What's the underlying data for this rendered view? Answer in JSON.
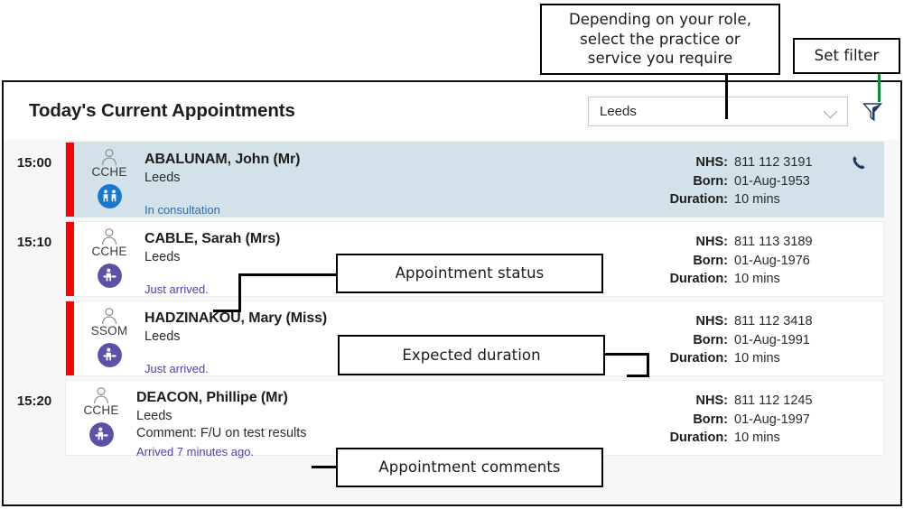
{
  "annotations": {
    "practice_select": "Depending on your role,\nselect the practice or\nservice you require",
    "set_filter": "Set filter",
    "appointment_status": "Appointment status",
    "expected_duration": "Expected duration",
    "appointment_comments": "Appointment comments"
  },
  "header": {
    "title": "Today's Current Appointments",
    "practice_filter": {
      "value": "Leeds",
      "icon": "chevron-down-icon"
    },
    "filter_button_icon": "funnel-filter-icon"
  },
  "colors": {
    "status_bar_red": "#FE0000",
    "highlight_row": "#D3E2E8",
    "badge_in_consultation": "#1877D2",
    "badge_arrived": "#5B51A8",
    "status_text": "#4A43A8",
    "status_text_blue": "#2D6FA8",
    "filter_icon": "#1F3864",
    "callout_line_green": "#0B8A3C"
  },
  "meta_labels": {
    "nhs": "NHS:",
    "born": "Born:",
    "duration": "Duration:"
  },
  "appointments": [
    {
      "time": "15:00",
      "has_status_bar": true,
      "highlighted": true,
      "clinic_code": "CCHE",
      "badge_icon": "two-people-consultation-icon",
      "badge_color": "#1877D2",
      "patient_name": "ABALUNAM, John (Mr)",
      "practice": "Leeds",
      "comment": "",
      "status": "In consultation",
      "status_style": "blue",
      "nhs": "811 112 3191",
      "born": "01-Aug-1953",
      "duration": "10 mins",
      "phone_icon": "phone-icon"
    },
    {
      "time": "15:10",
      "has_status_bar": true,
      "highlighted": false,
      "clinic_code": "CCHE",
      "badge_icon": "person-arrived-icon",
      "badge_color": "#5B51A8",
      "patient_name": "CABLE, Sarah (Mrs)",
      "practice": "Leeds",
      "comment": "",
      "status": "Just arrived.",
      "status_style": "purple",
      "nhs": "811 113 3189",
      "born": "01-Aug-1976",
      "duration": "10 mins",
      "phone_icon": ""
    },
    {
      "time": "",
      "has_status_bar": true,
      "highlighted": false,
      "clinic_code": "SSOM",
      "badge_icon": "person-arrived-icon",
      "badge_color": "#5B51A8",
      "patient_name": "HADZINAKOU, Mary (Miss)",
      "practice": "Leeds",
      "comment": "",
      "status": "Just arrived.",
      "status_style": "purple",
      "nhs": "811 112 3418",
      "born": "01-Aug-1991",
      "duration": "10 mins",
      "phone_icon": ""
    },
    {
      "time": "15:20",
      "has_status_bar": false,
      "highlighted": false,
      "clinic_code": "CCHE",
      "badge_icon": "person-arrived-icon",
      "badge_color": "#5B51A8",
      "patient_name": "DEACON, Phillipe (Mr)",
      "practice": "Leeds",
      "comment": "Comment: F/U on test results",
      "status": "Arrived 7 minutes ago.",
      "status_style": "purple",
      "nhs": "811 112 1245",
      "born": "01-Aug-1997",
      "duration": "10 mins",
      "phone_icon": ""
    }
  ]
}
